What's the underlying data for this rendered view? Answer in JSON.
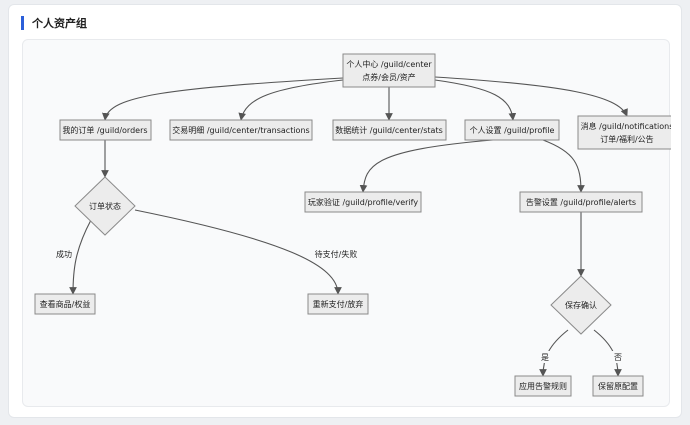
{
  "page": {
    "title": "个人资产组"
  },
  "nodes": {
    "center": {
      "line1": "个人中心 /guild/center",
      "line2": "点券/会员/资产"
    },
    "orders": {
      "line1": "我的订单 /guild/orders"
    },
    "transactions": {
      "line1": "交易明细 /guild/center/transactions"
    },
    "stats": {
      "line1": "数据统计 /guild/center/stats"
    },
    "profile": {
      "line1": "个人设置 /guild/profile"
    },
    "notifications": {
      "line1": "消息 /guild/notifications",
      "line2": "订单/福利/公告"
    },
    "order_status": {
      "line1": "订单状态"
    },
    "verify": {
      "line1": "玩家验证 /guild/profile/verify"
    },
    "alerts": {
      "line1": "告警设置 /guild/profile/alerts"
    },
    "view_items": {
      "line1": "查看商品/权益"
    },
    "repay": {
      "line1": "重新支付/放弃"
    },
    "save_confirm": {
      "line1": "保存确认"
    },
    "apply_rules": {
      "line1": "应用告警规则"
    },
    "keep_config": {
      "line1": "保留原配置"
    }
  },
  "edge_labels": {
    "success": "成功",
    "pending_failed": "待支付/失败",
    "yes": "是",
    "no": "否"
  }
}
